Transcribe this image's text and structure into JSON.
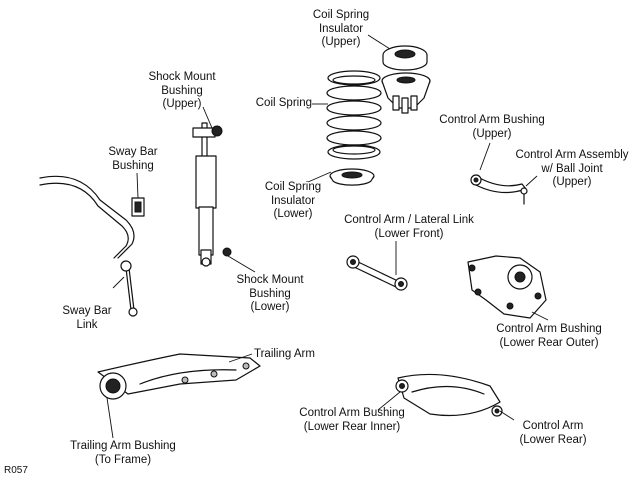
{
  "labels": {
    "coil_spring_insulator_upper": [
      "Coil Spring",
      "Insulator",
      "(Upper)"
    ],
    "shock_mount_bushing_upper": [
      "Shock Mount",
      "Bushing",
      "(Upper)"
    ],
    "coil_spring": [
      "Coil Spring"
    ],
    "control_arm_bushing_upper": [
      "Control Arm Bushing",
      "(Upper)"
    ],
    "control_arm_assembly_upper": [
      "Control Arm Assembly",
      "w/ Ball Joint",
      "(Upper)"
    ],
    "sway_bar_bushing": [
      "Sway Bar",
      "Bushing"
    ],
    "coil_spring_insulator_lower": [
      "Coil Spring",
      "Insulator",
      "(Lower)"
    ],
    "control_arm_lateral_link": [
      "Control Arm / Lateral Link",
      "(Lower Front)"
    ],
    "shock_mount_bushing_lower": [
      "Shock Mount",
      "Bushing",
      "(Lower)"
    ],
    "sway_bar_link": [
      "Sway Bar",
      "Link"
    ],
    "control_arm_bushing_lower_rear_outer": [
      "Control Arm Bushing",
      "(Lower Rear Outer)"
    ],
    "trailing_arm": [
      "Trailing Arm"
    ],
    "control_arm_bushing_lower_rear_inner": [
      "Control Arm Bushing",
      "(Lower Rear Inner)"
    ],
    "control_arm_lower_rear": [
      "Control Arm",
      "(Lower Rear)"
    ],
    "trailing_arm_bushing": [
      "Trailing Arm Bushing",
      "(To Frame)"
    ]
  },
  "figure_code": "R057"
}
